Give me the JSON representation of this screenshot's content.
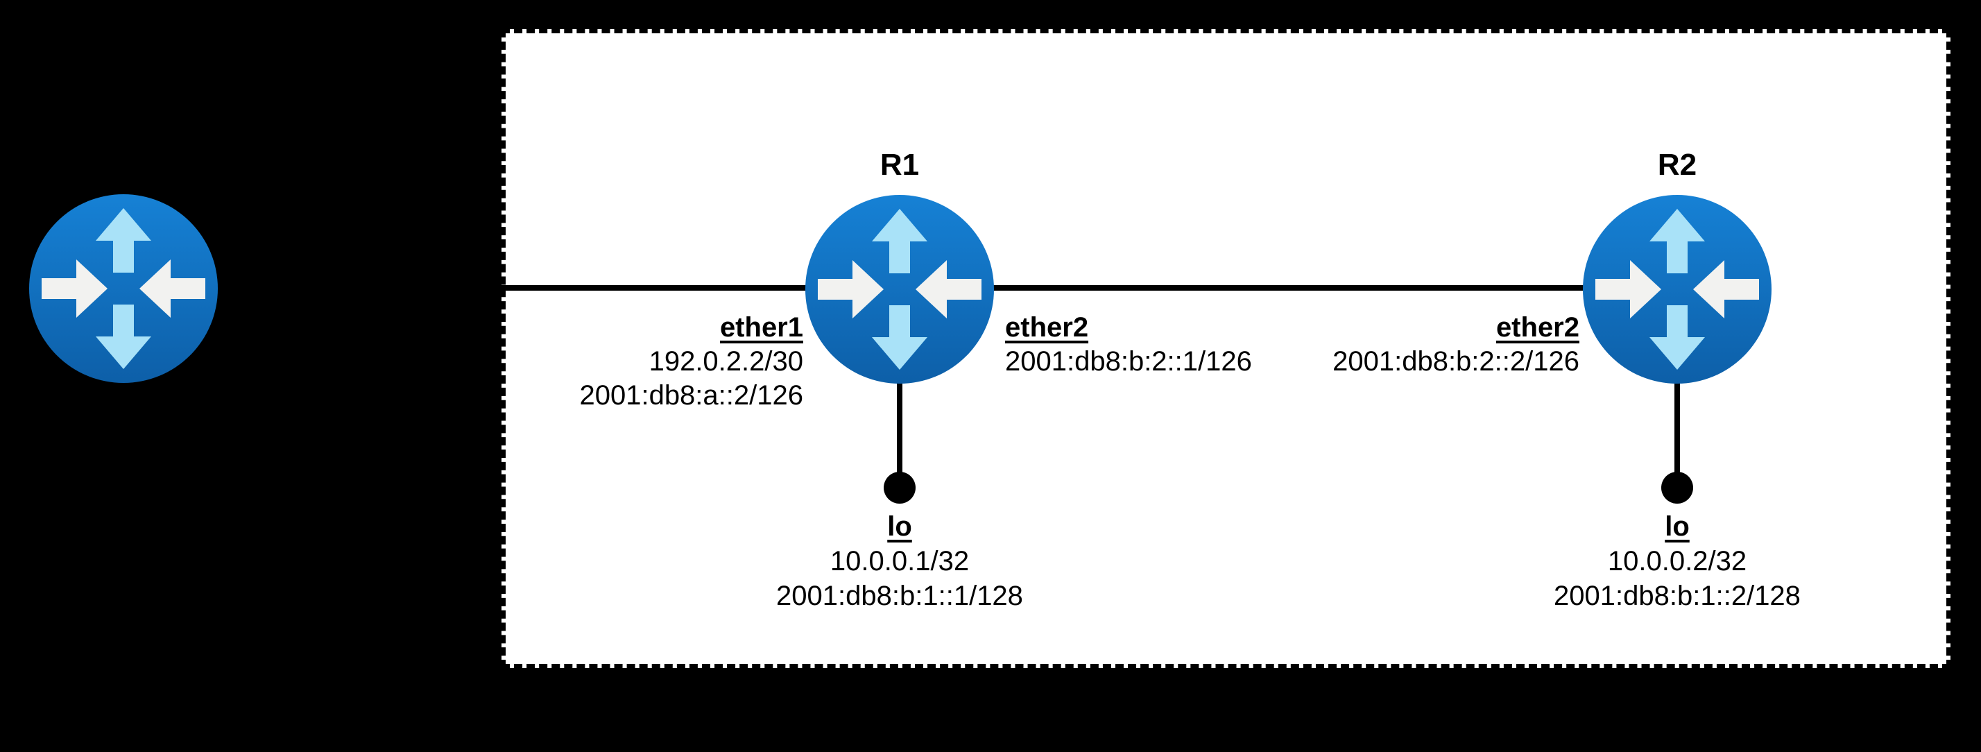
{
  "colors": {
    "background": "#000000",
    "panel_fill": "#ffffff",
    "stroke": "#000000",
    "router_body_top": "#1681d5",
    "router_body_bottom": "#0d5fa8",
    "router_arrow_cyan": "#a9e2f8",
    "router_arrow_white": "#f2f2f0"
  },
  "routers": {
    "external": {
      "id": "external-router"
    },
    "r1": {
      "name": "R1"
    },
    "r2": {
      "name": "R2"
    }
  },
  "r1": {
    "name": "R1",
    "ether1": {
      "label": "ether1",
      "ipv4": "192.0.2.2/30",
      "ipv6": "2001:db8:a::2/126"
    },
    "ether2": {
      "label": "ether2",
      "ipv6": "2001:db8:b:2::1/126"
    },
    "lo": {
      "label": "lo",
      "ipv4": "10.0.0.1/32",
      "ipv6": "2001:db8:b:1::1/128"
    }
  },
  "r2": {
    "name": "R2",
    "ether2": {
      "label": "ether2",
      "ipv6": "2001:db8:b:2::2/126"
    },
    "lo": {
      "label": "lo",
      "ipv4": "10.0.0.2/32",
      "ipv6": "2001:db8:b:1::2/128"
    }
  }
}
